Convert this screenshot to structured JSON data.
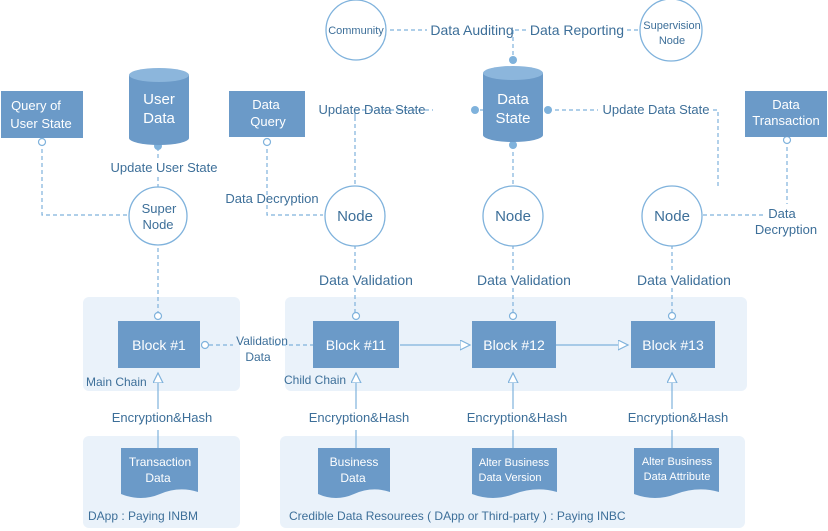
{
  "top": {
    "community": "Community",
    "supervision": [
      "Supervision",
      "Node"
    ],
    "data_auditing": "Data Auditing",
    "data_reporting": "Data Reporting"
  },
  "stores": {
    "user_data": [
      "User",
      "Data"
    ],
    "data_state": [
      "Data",
      "State"
    ]
  },
  "boxes": {
    "query_user_state": [
      "Query of",
      "User State"
    ],
    "data_query": [
      "Data",
      "Query"
    ],
    "data_transaction": [
      "Data",
      "Transaction"
    ]
  },
  "edge_labels": {
    "update_user_state": "Update User State",
    "update_data_state_left": "Update Data State",
    "update_data_state_right": "Update Data State",
    "data_decryption_left": "Data Decryption",
    "data_decryption_right": [
      "Data",
      "Decryption"
    ],
    "data_validation": "Data Validation",
    "validation_data": [
      "Validation",
      "Data"
    ],
    "encryption_hash": "Encryption&Hash"
  },
  "nodes": {
    "super_node": [
      "Super",
      "Node"
    ],
    "node": "Node"
  },
  "chains": {
    "main_chain": "Main Chain",
    "child_chain": "Child Chain",
    "blocks": [
      "Block #1",
      "Block #11",
      "Block #12",
      "Block #13"
    ]
  },
  "documents": {
    "transaction_data": [
      "Transaction",
      "Data"
    ],
    "business_data": [
      "Business",
      "Data"
    ],
    "alter_version": [
      "Alter Business",
      "Data Version"
    ],
    "alter_attribute": [
      "Alter Business",
      "Data Attribute"
    ]
  },
  "footers": {
    "dapp": "DApp : Paying INBM",
    "credible": "Credible Data Resourees ( DApp or Third-party ) : Paying INBC"
  },
  "colors": {
    "box": "#6b9ac8",
    "line": "#7fb2dc",
    "panel": "#eaf2fa",
    "label": "#3d6f99"
  }
}
